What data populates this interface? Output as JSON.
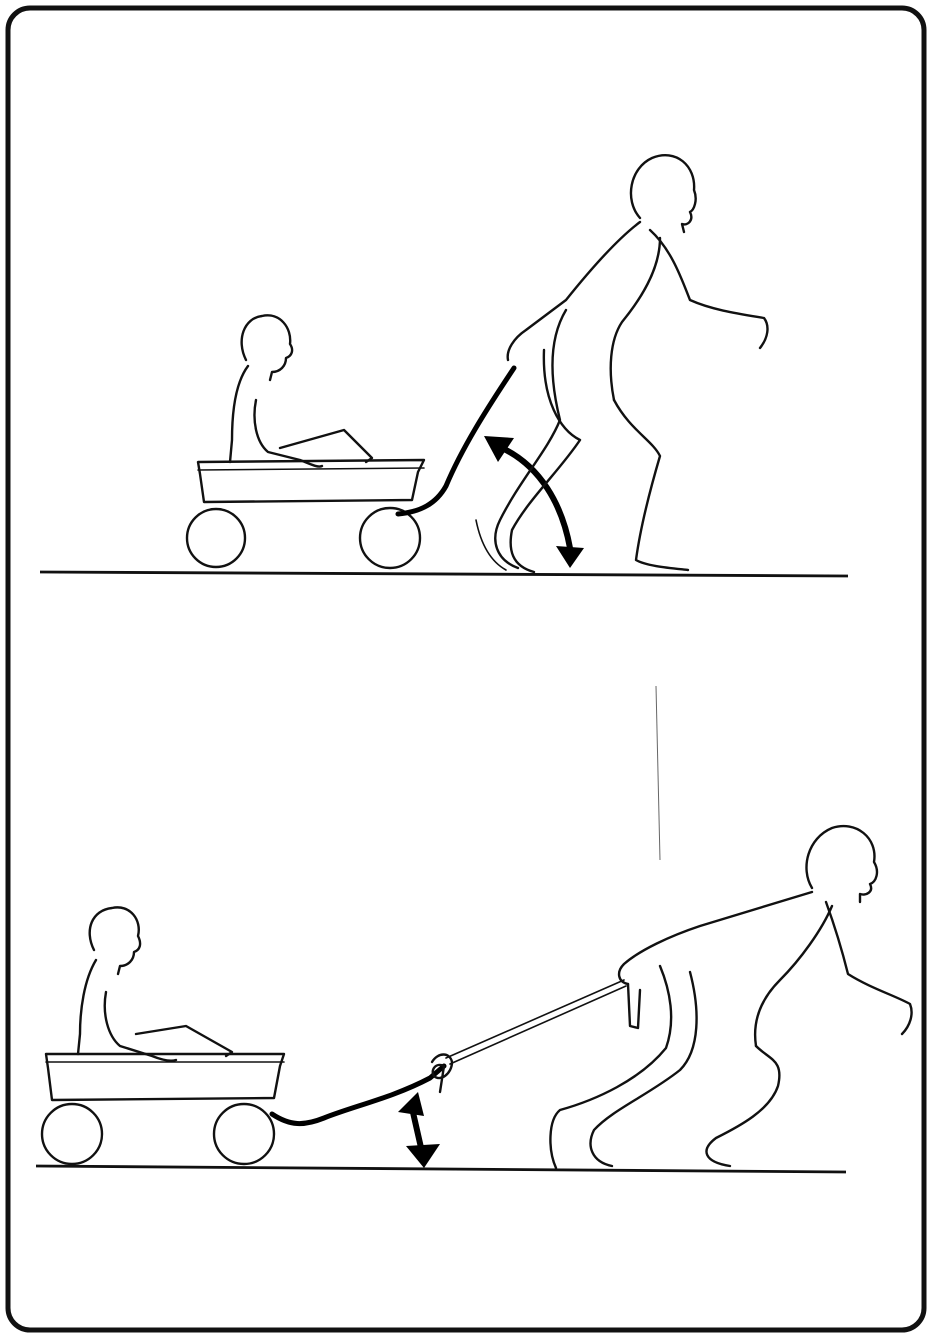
{
  "figure": {
    "panels": [
      {
        "id": "top",
        "handle_angle": "steep"
      },
      {
        "id": "bottom",
        "handle_angle": "shallow"
      }
    ],
    "colors": {
      "ink": "#111111",
      "paper": "#ffffff"
    }
  }
}
